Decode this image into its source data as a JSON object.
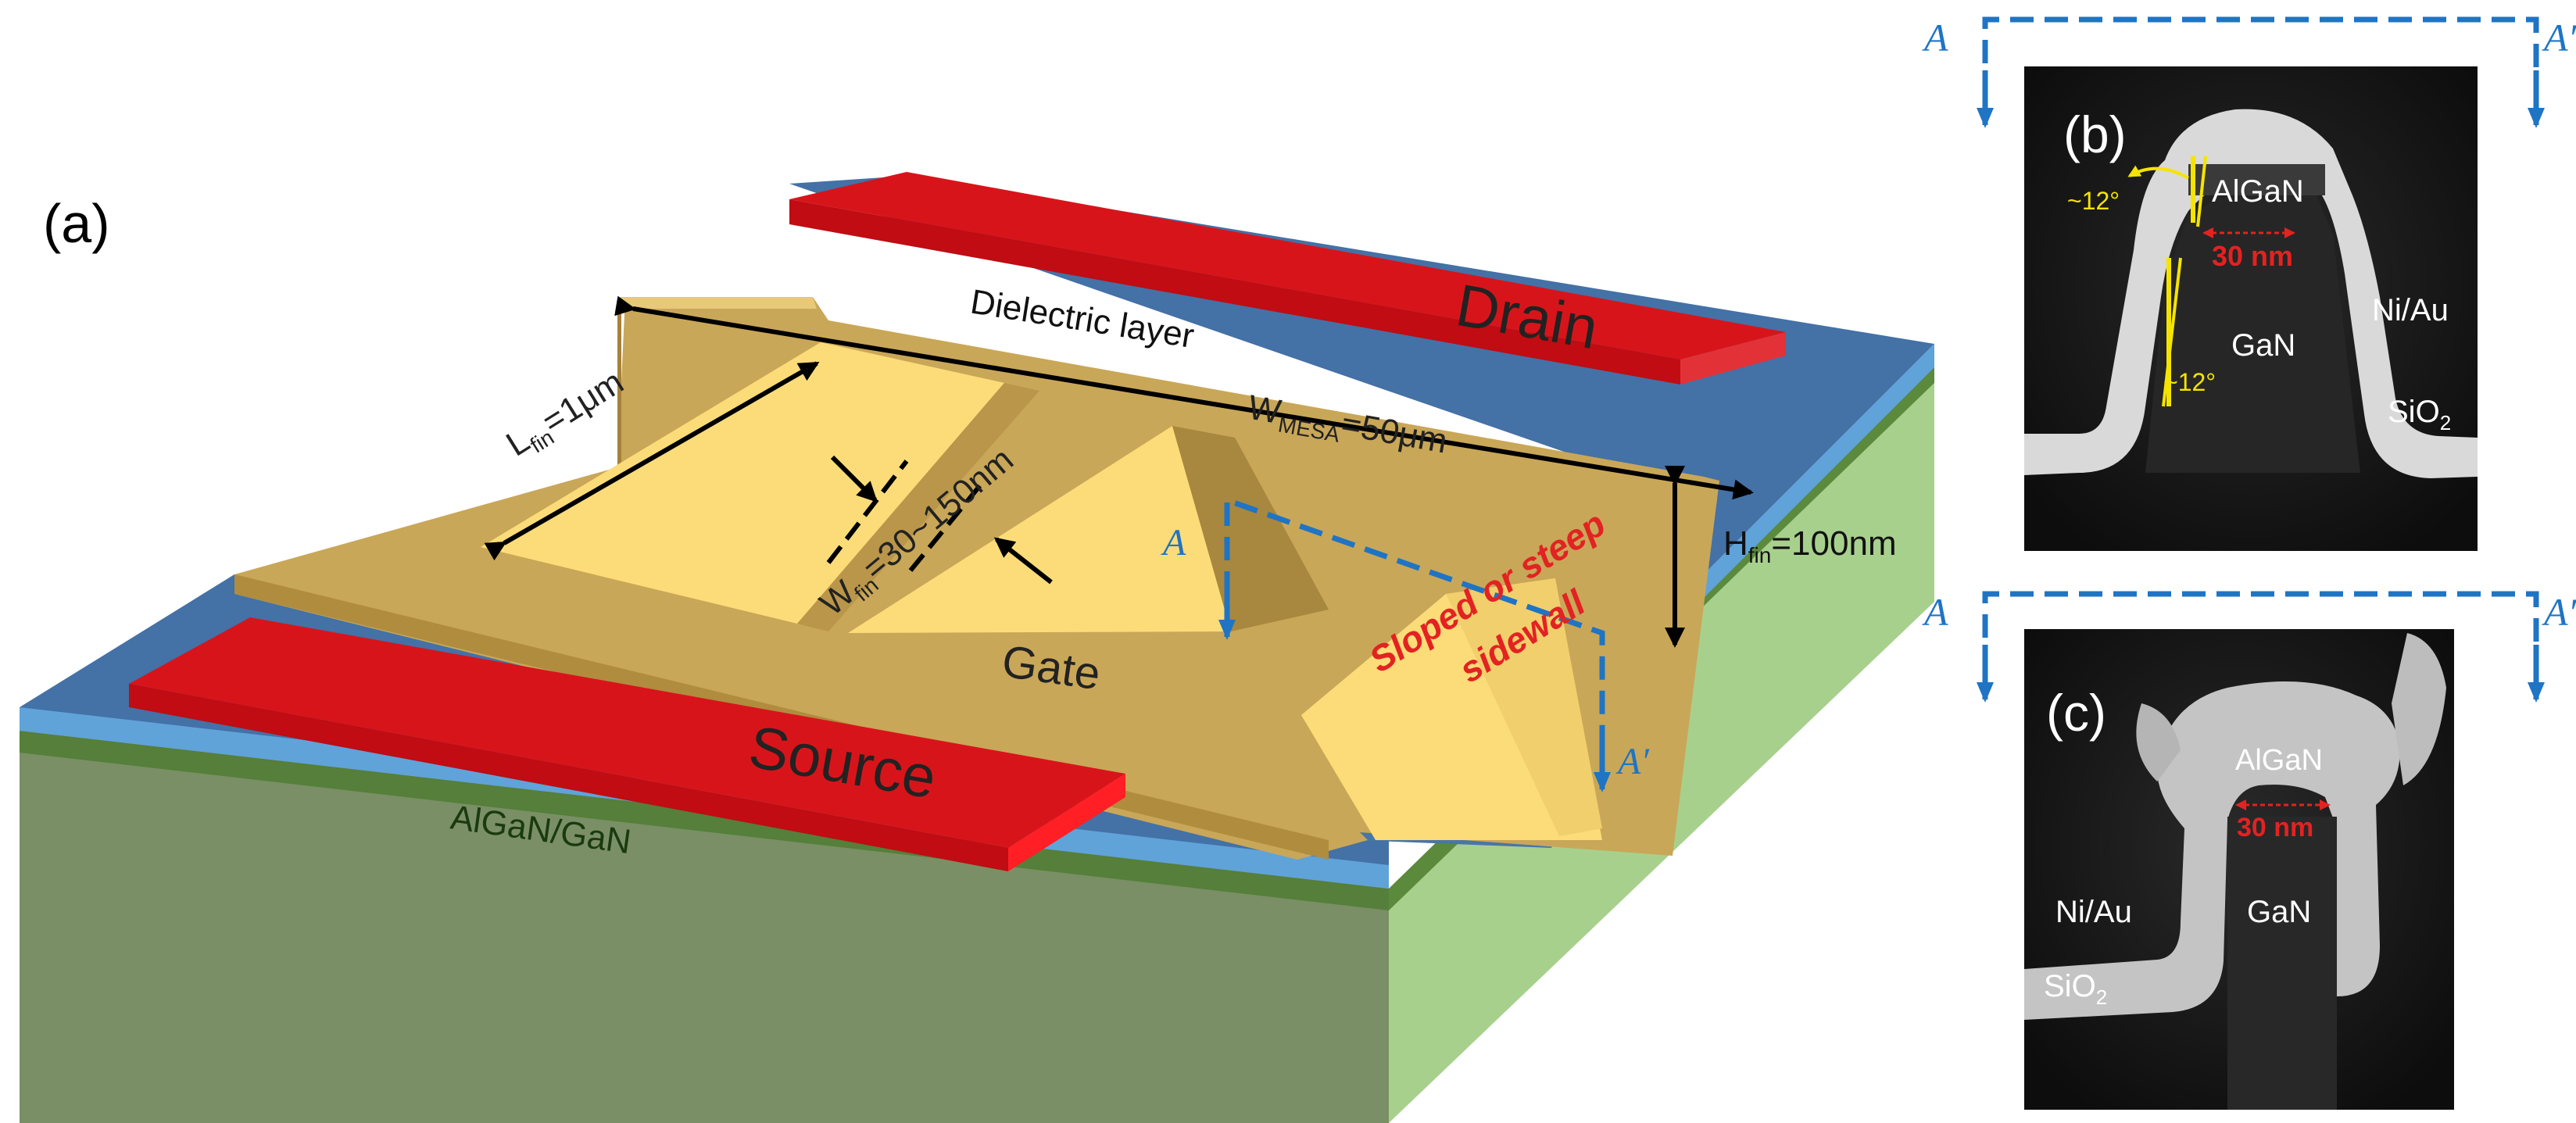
{
  "panel_a": {
    "panel_label": "(a)",
    "drain_label": "Drain",
    "source_label": "Source",
    "gate_label": "Gate",
    "dielectric_label": "Dielectric layer",
    "substrate_label": "AlGaN/GaN",
    "lfin": {
      "main": "L",
      "sub": "fin",
      "rest": "=1μm"
    },
    "wfin": {
      "main": "W",
      "sub": "fin",
      "rest": "=30~150nm"
    },
    "wmesa": {
      "main": "W",
      "sub": "MESA",
      "rest": "=50μm"
    },
    "hfin": {
      "main": "H",
      "sub": "fin",
      "rest": "=100nm"
    },
    "sidewall_line1": "Sloped or steep",
    "sidewall_line2": "sidewall",
    "section_a": "A",
    "section_a_prime": "A′"
  },
  "panel_b": {
    "panel_label": "(b)",
    "section_a": "A",
    "section_a_prime": "A′",
    "algan": "AlGaN",
    "gan": "GaN",
    "niau": "Ni/Au",
    "sio2": {
      "main": "SiO",
      "sub": "2"
    },
    "dimension": "30 nm",
    "angle_top": "~12°",
    "angle_bottom": "~12°"
  },
  "panel_c": {
    "panel_label": "(c)",
    "section_a": "A",
    "section_a_prime": "A′",
    "algan": "AlGaN",
    "gan": "GaN",
    "niau": "Ni/Au",
    "sio2": {
      "main": "SiO",
      "sub": "2"
    },
    "dimension": "30 nm"
  },
  "colors": {
    "drain_source": "#d8141b",
    "dielectric": "#4471a6",
    "dielectric_edge": "#5fa3d9",
    "gate_metal": "#c9a758",
    "fin_light": "#fbdc78",
    "substrate_top": "#5a8a3c",
    "substrate_front": "#7a8f66",
    "substrate_side": "#a8d08d",
    "section_line": "#1f74c4",
    "annotation_red": "#e32222",
    "annotation_yellow": "#f5e400"
  }
}
